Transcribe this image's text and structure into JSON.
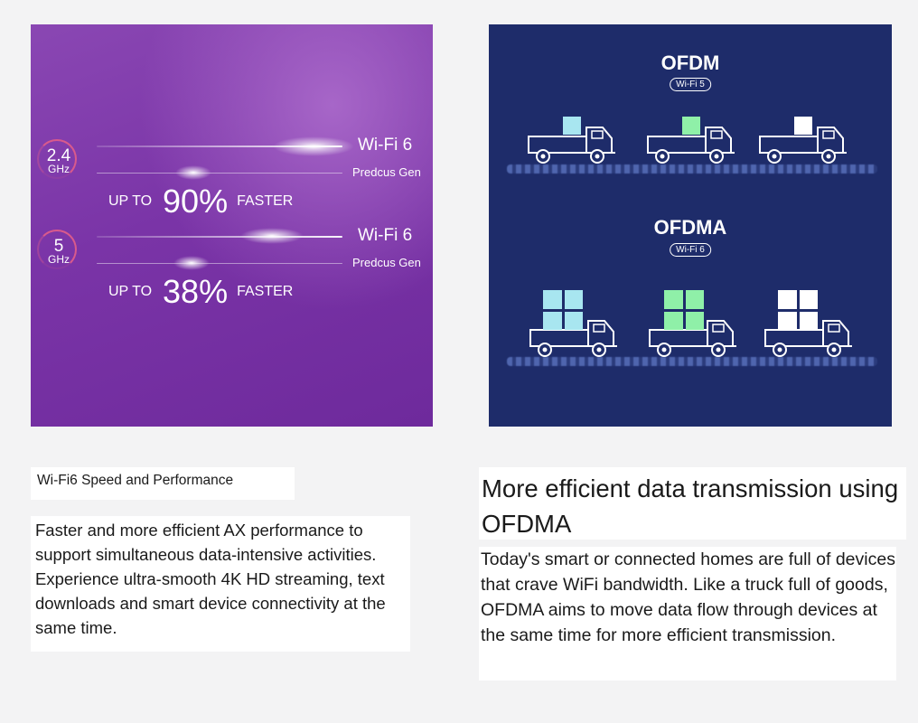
{
  "speed_panel": {
    "bands": [
      {
        "value": "2.4",
        "unit": "GHz",
        "wifi_label": "Wi-Fi 6",
        "gen_label": "Predcus Gen",
        "up_to": "UP TO",
        "percent": "90%",
        "faster": "FASTER"
      },
      {
        "value": "5",
        "unit": "GHz",
        "wifi_label": "Wi-Fi 6",
        "gen_label": "Predcus Gen",
        "up_to": "UP TO",
        "percent": "38%",
        "faster": "FASTER"
      }
    ]
  },
  "ofdm_panel": {
    "ofdm_title": "OFDM",
    "ofdm_badge": "Wi-Fi 5",
    "ofdma_title": "OFDMA",
    "ofdma_badge": "Wi-Fi 6",
    "cargo_colors": [
      "#a8e6f0",
      "#8ff0a8",
      "#ffffff"
    ]
  },
  "left_text": {
    "heading": "Wi-Fi6 Speed and Performance",
    "body": "Faster and more efficient AX performance to support simultaneous data-intensive activities. Experience ultra-smooth 4K HD streaming, text downloads and smart device connectivity at the same time."
  },
  "right_text": {
    "heading": "More efficient data transmission using OFDMA",
    "body": "Today's smart or connected homes are full of devices that crave WiFi bandwidth. Like a truck full of goods, OFDMA aims to move data flow through devices at the same time for more efficient transmission."
  }
}
